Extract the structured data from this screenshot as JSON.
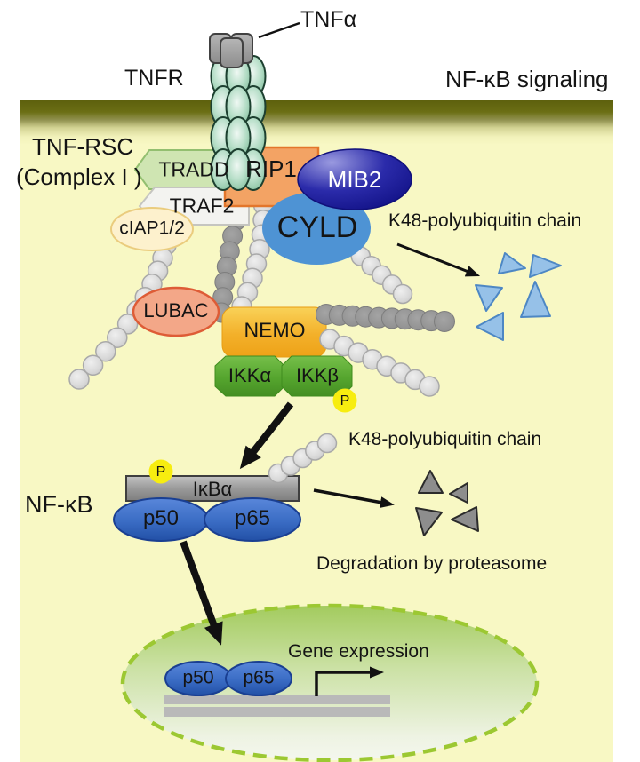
{
  "figure": {
    "pathway_title": "NF-κB signaling",
    "ligand": "TNFα",
    "receptor": "TNFR",
    "complex_name_line1": "TNF-RSC",
    "complex_name_line2": "(Complex I )",
    "proteins": {
      "tradd": "TRADD",
      "traf2": "TRAF2",
      "rip1": "RIP1",
      "mib2": "MIB2",
      "cyld": "CYLD",
      "ciap": "cIAP1/2",
      "lubac": "LUBAC",
      "nemo": "NEMO",
      "ikk_alpha": "IKKα",
      "ikk_beta": "IKKβ",
      "ikb_alpha": "IκBα",
      "nf_kb": "NF-κB",
      "p50": "p50",
      "p65": "p65"
    },
    "modifications": {
      "phospho": "P"
    },
    "annotations": {
      "k48_chain": "K48-polyubiquitin chain",
      "degradation": "Degradation by proteasome",
      "gene_expression": "Gene expression"
    },
    "colors": {
      "membrane_olive": "#66690f",
      "cytoplasm_yellow": "#f8f8c4",
      "nucleus_green": "#9cc832",
      "receptor_green": "#9ed0b0",
      "ligand_gray": "#9e9e9e",
      "tradd_green": "#cfe5b2",
      "traf2_white": "#f3f3f0",
      "rip1_orange": "#f3a364",
      "mib2_blue": "#1c1c9c",
      "cyld_blue": "#4e93d4",
      "ciap_cream": "#fdf1cd",
      "lubac_salmon": "#f3a788",
      "nemo_amber": "#f3b62f",
      "ikk_green": "#55a52e",
      "phospho_yellow": "#f7ed10",
      "ikba_gray": "#9d9d9d",
      "nfkb_blue": "#3a6cc4",
      "ubiquitin_light": "#d9d9d9",
      "ubiquitin_dark": "#969696",
      "k48_triangle_blue": "#96c1e8",
      "degraded_triangle_gray": "#8d8d8d",
      "dna_gray": "#b9b9b9"
    }
  }
}
